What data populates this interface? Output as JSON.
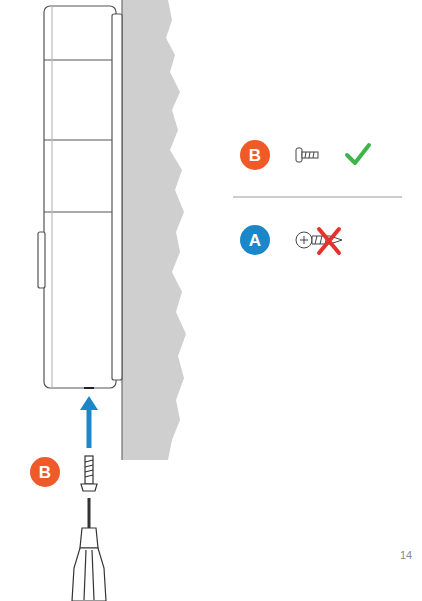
{
  "diagram": {
    "nodes": [
      {
        "text": [
          "B"
        ]
      },
      {
        "text": [
          "A"
        ]
      },
      {
        "text": [
          "B"
        ]
      }
    ],
    "labels": [
      "14"
    ]
  }
}
